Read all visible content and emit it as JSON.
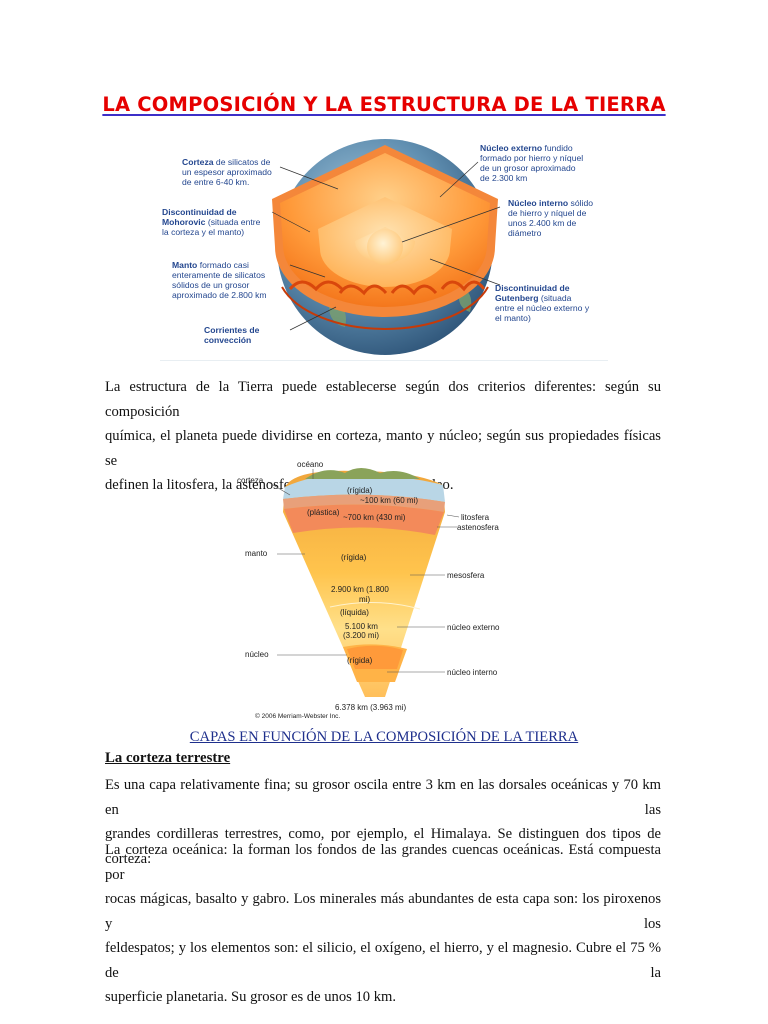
{
  "title": "LA COMPOSICIÓN Y LA ESTRUCTURA DE LA TIERRA",
  "figure1": {
    "labels": {
      "corteza_b": "Corteza",
      "corteza": [
        " de silicatos de",
        "un espesor aproximado",
        "de entre 6-40 km."
      ],
      "moho_b": [
        "Discontinuidad de",
        "Mohorovic"
      ],
      "moho": [
        " (situada entre",
        "la corteza y el manto)"
      ],
      "manto_b": "Manto",
      "manto": [
        " formado casi",
        "enteramente de silicatos",
        "sólidos de un grosor",
        "aproximado de 2.800 km"
      ],
      "corrientes_b": [
        "Corrientes de",
        "convección"
      ],
      "nucext_b": "Núcleo externo",
      "nucext": [
        " fundido",
        "formado por hierro y níquel",
        "de un grosor aproximado",
        "de  2.300 km"
      ],
      "nucint_b": "Núcleo interno",
      "nucint": [
        " sólido",
        "de hierro y níquel de",
        "unos 2.400 km de",
        "diámetro"
      ],
      "guten_b": [
        "Discontinuidad de",
        "Gutenberg"
      ],
      "guten": [
        " (situada",
        "entre el núcleo externo y",
        "el manto)"
      ]
    }
  },
  "paragraph1": [
    "La estructura de la Tierra puede establecerse según dos criterios diferentes: según su composición",
    "química, el planeta puede dividirse en corteza, manto y núcleo; según sus propiedades físicas se",
    "definen la litosfera, la astenosfera, la mesosfera y el núcleo."
  ],
  "figure2": {
    "labels": {
      "oceano": "océano",
      "corteza": "corteza",
      "manto": "manto",
      "nucleo": "núcleo",
      "litosfera": "litosfera",
      "astenosfera": "astenosfera",
      "mesosfera": "mesosfera",
      "nucleo_externo": "núcleo externo",
      "nucleo_interno": "núcleo interno",
      "rigida1": "(rígida)",
      "km100": "~100 km (60 mi)",
      "plastica": "(plástica)",
      "km700": "~700 km (430 mi)",
      "rigida2": "(rígida)",
      "km2900": "2.900 km (1.800",
      "mi": "mi)",
      "liquida": "(líquida)",
      "km5100": "5.100 km",
      "mi3200": "(3.200 mi)",
      "rigida3": "(rígida)",
      "km6378": "6.378 km (3.963 mi)",
      "copyright": "© 2006 Merriam-Webster Inc."
    }
  },
  "subtitle": "CAPAS EN FUNCIÓN DE LA COMPOSICIÓN DE LA TIERRA",
  "heading": "La corteza terrestre",
  "paragraph2": [
    "Es una capa relativamente fina; su grosor oscila entre 3 km en las dorsales oceánicas y 70 km en las",
    "grandes cordilleras terrestres, como, por ejemplo, el Himalaya. Se distinguen dos tipos de corteza:"
  ],
  "paragraph3": [
    "La corteza oceánica: la forman los fondos de las grandes cuencas oceánicas. Está compuesta por",
    "rocas mágicas, basalto y gabro. Los minerales más abundantes de esta capa son: los piroxenos y los",
    "feldespatos; y los elementos son: el silicio, el oxígeno, el hierro, y el magnesio. Cubre el 75 % de la",
    "superficie planetaria. Su grosor es de unos 10 km."
  ]
}
